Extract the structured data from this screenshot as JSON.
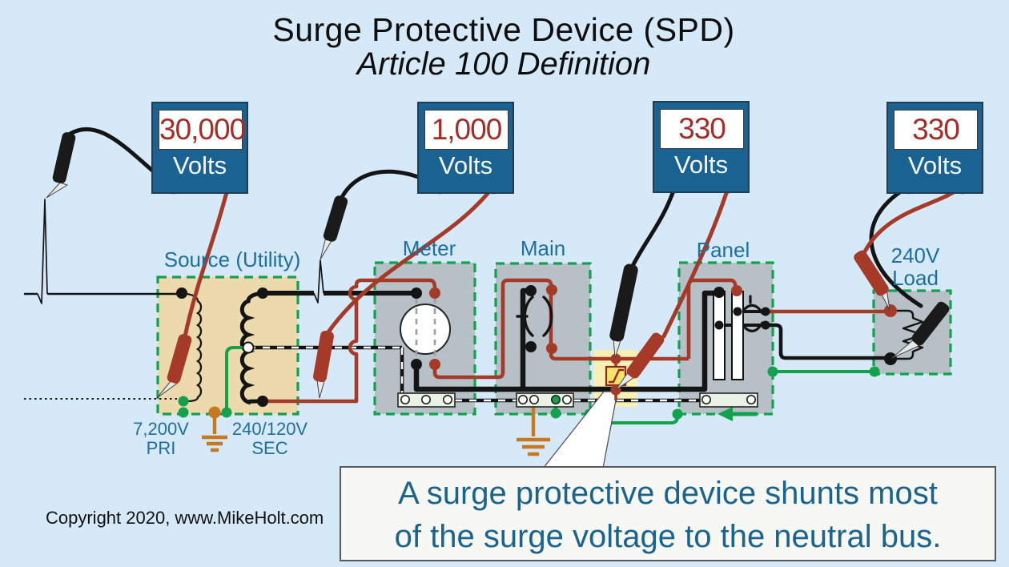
{
  "title": {
    "line1": "Surge Protective Device (SPD)",
    "line2": "Article 100 Definition"
  },
  "meters": [
    {
      "value": "30,000",
      "unit": "Volts"
    },
    {
      "value": "1,000",
      "unit": "Volts"
    },
    {
      "value": "330",
      "unit": "Volts"
    },
    {
      "value": "330",
      "unit": "Volts"
    }
  ],
  "labels": {
    "source": "Source (Utility)",
    "meter": "Meter",
    "main": "Main",
    "panel": "Panel",
    "load_line1": "240V",
    "load_line2": "Load",
    "pri_value": "7,200V",
    "pri": "PRI",
    "sec_value": "240/120V",
    "sec": "SEC"
  },
  "caption": {
    "line1": "A surge protective device shunts most",
    "line2": "of the surge voltage to the neutral bus."
  },
  "copyright": "Copyright 2020, www.MikeHolt.com",
  "colors": {
    "background": "#d6e9f8",
    "meter_body_blue": "#1a6292",
    "display_red": "#a42d27",
    "label_blue": "#1c6f9f",
    "caption_blue": "#19648f",
    "wire_red": "#a63a29",
    "wire_black": "#141414",
    "ground_green": "#12a24e",
    "ground_electrode_orange": "#c8791f",
    "source_box_tan": "#ecd9ac",
    "equipment_box_gray": "#b6c0c6",
    "spd_highlight_yellow": "#f9f0b4"
  }
}
